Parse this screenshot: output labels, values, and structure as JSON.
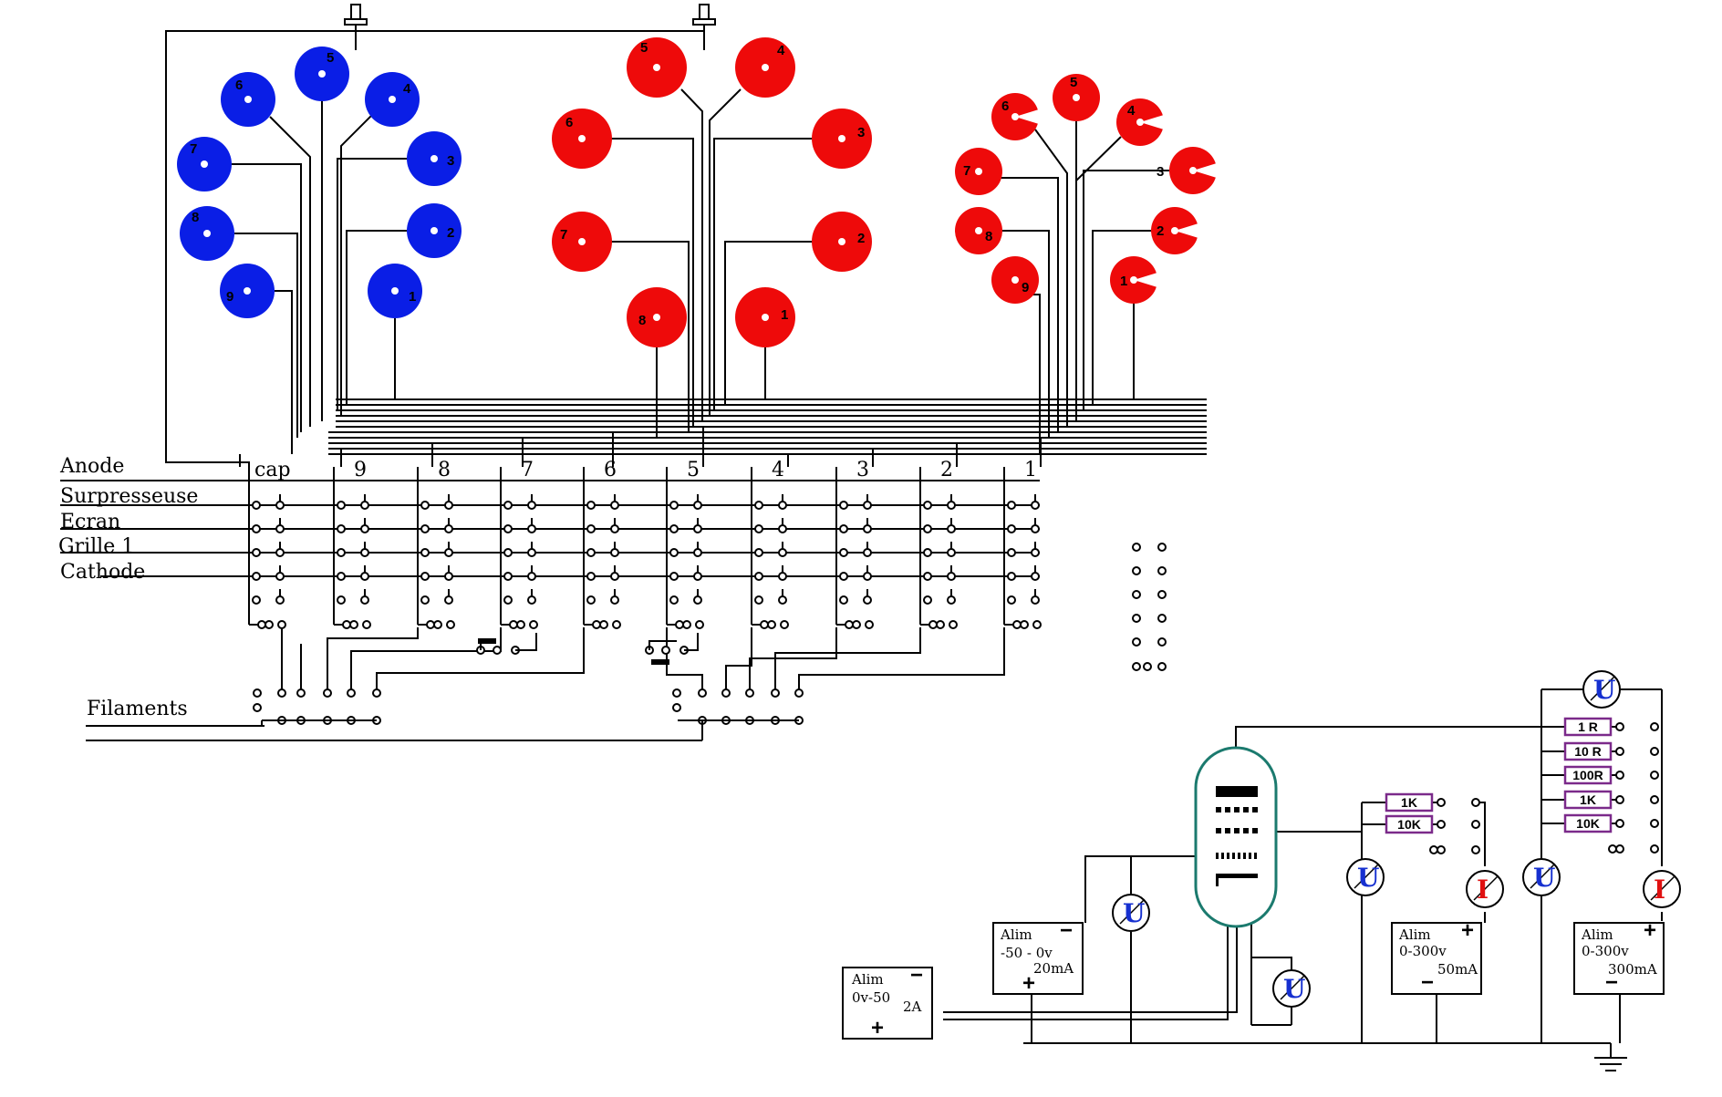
{
  "colors": {
    "blue_socket": "#0a1ee6",
    "red_socket": "#ee0a0a",
    "resistor": "#7b2a8a",
    "tube": "#1b7a6e",
    "meter_u": "#1630d0",
    "meter_i": "#e01010",
    "wire": "#000000"
  },
  "sockets": {
    "blue": [
      "1",
      "2",
      "3",
      "4",
      "5",
      "6",
      "7",
      "8",
      "9"
    ],
    "red_octal": [
      "1",
      "2",
      "3",
      "4",
      "5",
      "6",
      "7",
      "8"
    ],
    "red_noval": [
      "1",
      "2",
      "3",
      "4",
      "5",
      "6",
      "7",
      "8",
      "9"
    ]
  },
  "rows": {
    "anode": "Anode",
    "suppressor": "Surpresseuse",
    "screen": "Ecran",
    "grid1": "Grille 1",
    "cathode": "Cathode",
    "filaments": "Filaments"
  },
  "columns": [
    "cap",
    "9",
    "8",
    "7",
    "6",
    "5",
    "4",
    "3",
    "2",
    "1"
  ],
  "resistors_anode": [
    "1 R",
    "10 R",
    "100R",
    "1K",
    "10K"
  ],
  "resistors_screen": [
    "1K",
    "10K"
  ],
  "meters": {
    "voltage": "U",
    "current": "I"
  },
  "supplies": {
    "filament": {
      "name": "Alim",
      "range": "0v-50",
      "current": "2A",
      "minus": "−",
      "plus": "+"
    },
    "grid": {
      "name": "Alim",
      "range": "-50 - 0v",
      "current": "20mA",
      "minus": "−",
      "plus": "+"
    },
    "screen": {
      "name": "Alim",
      "range": "0-300v",
      "current": "50mA",
      "minus": "−",
      "plus": "+"
    },
    "anode": {
      "name": "Alim",
      "range": "0-300v",
      "current": "300mA",
      "minus": "−",
      "plus": "+"
    }
  }
}
